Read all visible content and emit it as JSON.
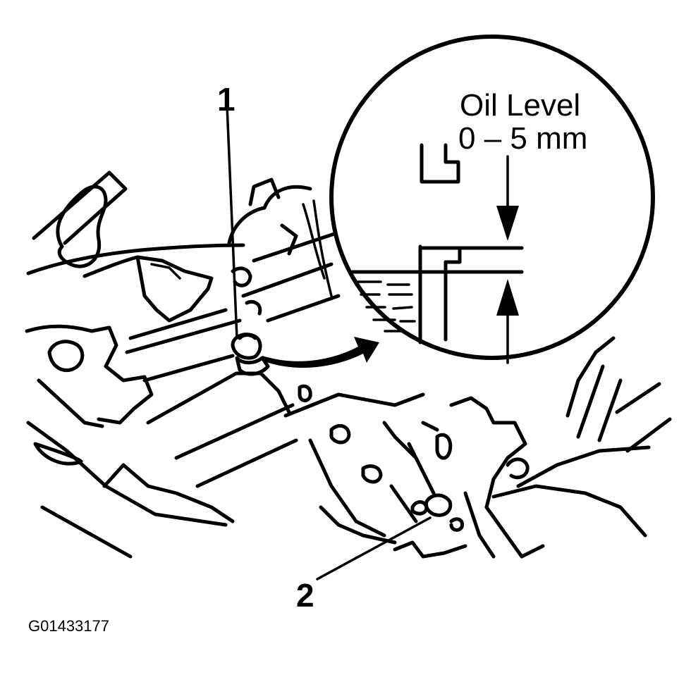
{
  "diagram": {
    "callouts": [
      {
        "id": "1",
        "label": "1"
      },
      {
        "id": "2",
        "label": "2"
      }
    ],
    "detail": {
      "title": "Oil Level",
      "range": "0 – 5 mm"
    },
    "figure_id": "G01433177"
  }
}
